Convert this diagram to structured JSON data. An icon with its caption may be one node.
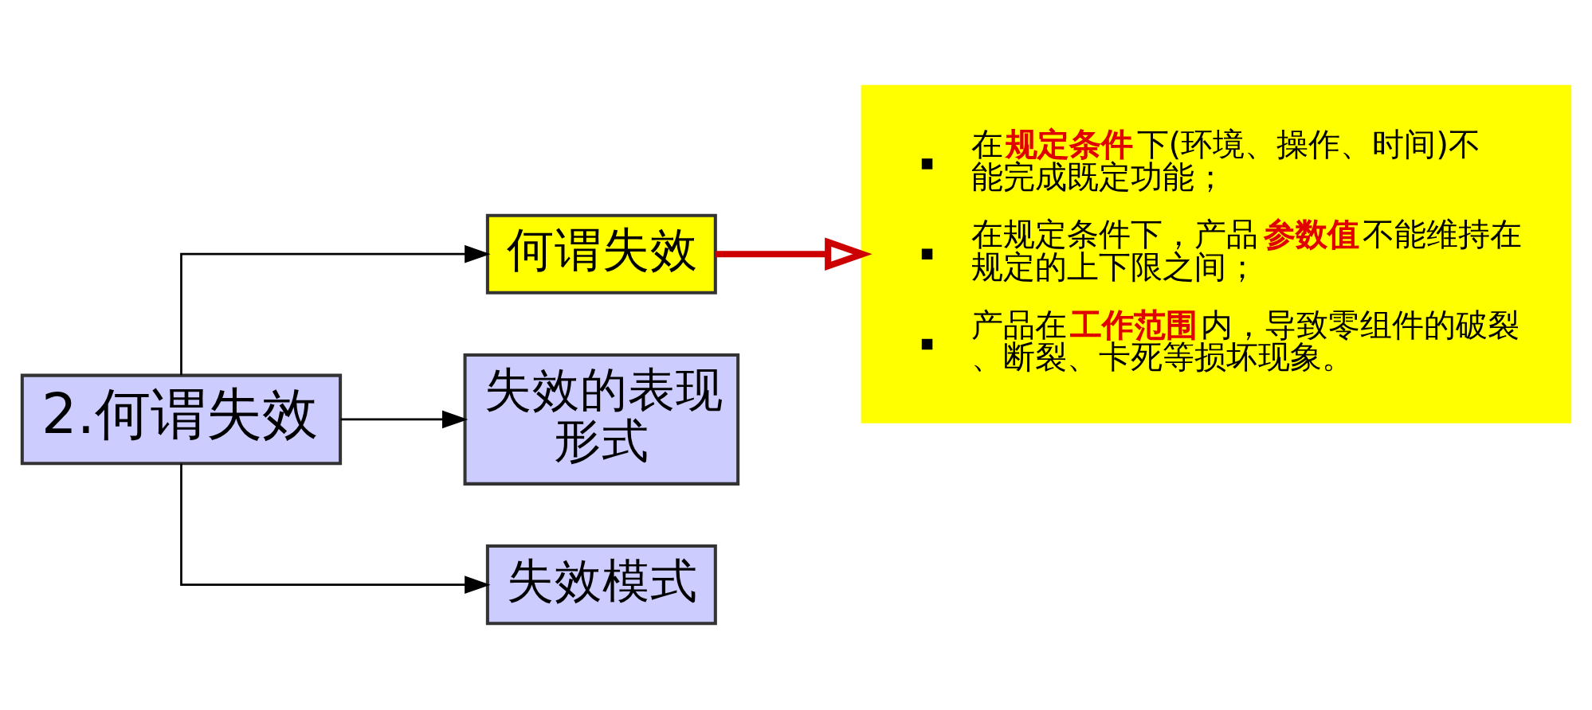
{
  "diagram": {
    "nodes": [
      {
        "text": [
          "2.何谓失效"
        ]
      },
      {
        "text": [
          "何谓失效"
        ]
      },
      {
        "text": [
          "失效的表现形式"
        ]
      },
      {
        "text": [
          "失效模式"
        ]
      },
      {
        "text": [
          "在**规定条件**下(环境、操作、时间)不能完成既定功能；",
          "在规定条件下，产品**参数值**不能维持在规定的上下限之间；",
          "产品在**工作范围**内，导致零组件的破裂、断裂、卡死等损坏现象。"
        ]
      }
    ],
    "edges": [
      {
        "from": 0,
        "to": 1,
        "arrow": "to"
      },
      {
        "from": 0,
        "to": 2,
        "arrow": "to"
      },
      {
        "from": 0,
        "to": 3,
        "arrow": "to"
      },
      {
        "from": 1,
        "to": 4,
        "arrow": "to",
        "style": "thick",
        "color": "#cc0000"
      }
    ]
  }
}
